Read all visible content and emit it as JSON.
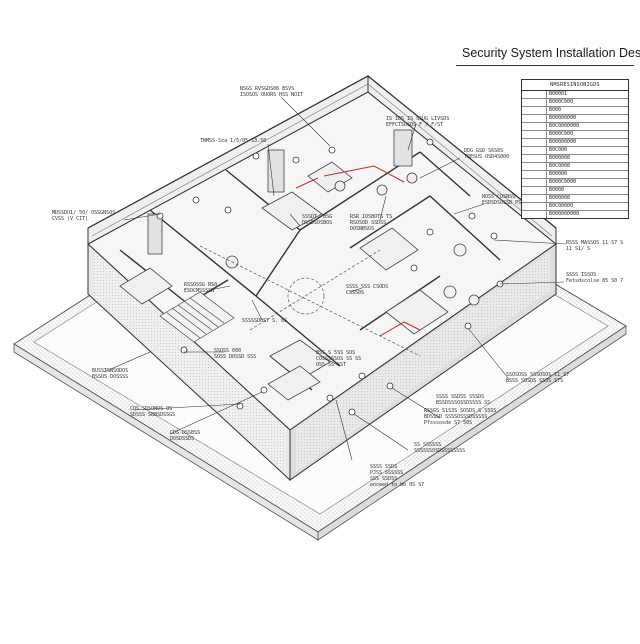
{
  "title": "Security System Installation Design",
  "legend": {
    "header": "NMSRESINSONIGDS",
    "rows": [
      "B00001",
      "B000C000",
      "B000",
      "B00000000",
      "B0C0000000",
      "B000C000",
      "B00000000",
      "B0C000",
      "B000000",
      "B0C0000",
      "B00000",
      "B000C0000",
      "B0000",
      "B000000",
      "B0C00000",
      "B000000000"
    ]
  },
  "annotations": [
    {
      "id": "a1",
      "lines": [
        "NSGS RVSGDS06 BSVS",
        "ISOSOS OUORS HSS NOIT"
      ]
    },
    {
      "id": "a2",
      "lines": [
        "IS IDS IS SSUG LIVSDS",
        "EFFCTSOSDS F / F/ST"
      ]
    },
    {
      "id": "a3",
      "lines": [
        "TNMSS-Sca 1/5/05 S3.S0"
      ]
    },
    {
      "id": "a4",
      "lines": [
        "DDG GSD S6S0S",
        "TRESUS OSD4S000"
      ]
    },
    {
      "id": "a5",
      "lines": [
        "MDSSDU1/ 50/ OSSGNSOS",
        "CVSS (V CIT)"
      ]
    },
    {
      "id": "a6",
      "lines": [
        "SSSDT. BSG",
        "DSSDSOSBOS"
      ]
    },
    {
      "id": "a7",
      "lines": [
        "RSR IOSBOTS TS",
        "RSOSOD SSDSS",
        "DOSNBSOS"
      ]
    },
    {
      "id": "a8",
      "lines": [
        "NOSS COSNSS",
        "ESDSDSOSSD PSSIS"
      ]
    },
    {
      "id": "a9",
      "lines": [
        "RSSS MASSOS 11 S7 S",
        "11 S1/ S"
      ]
    },
    {
      "id": "a10",
      "lines": [
        "SSSS ISSOS",
        "Fetsdscolse 85 S0 7"
      ]
    },
    {
      "id": "a11",
      "lines": [
        "RSSOSSG RS0",
        "ESOCMSSSSN"
      ]
    },
    {
      "id": "a12",
      "lines": [
        "SSSS SSS CSODS",
        "CSSS0S"
      ]
    },
    {
      "id": "a13",
      "lines": [
        "SSSSSDOSY S. 0S"
      ]
    },
    {
      "id": "a14",
      "lines": [
        "SSOSS 000",
        "SOSS DOSSD SSS"
      ]
    },
    {
      "id": "a15",
      "lines": [
        "BUSSTSNSODOS",
        "BSSOS DOSSSS"
      ]
    },
    {
      "id": "a16",
      "lines": [
        "COS SDSONOS OS",
        "SDSSS SBBSDSSGS"
      ]
    },
    {
      "id": "a17",
      "lines": [
        "CDS DSSBSS",
        "DOSDSSDS"
      ]
    },
    {
      "id": "a18",
      "lines": [
        "BSS S 5SS SOS",
        "COSSSSSOS SS SS",
        "OSS SS SST"
      ]
    },
    {
      "id": "a19",
      "lines": [
        "SSSS SSDSS SSSDS",
        "BSSDSSSOSSDSSSS SS"
      ]
    },
    {
      "id": "a20",
      "lines": [
        "SSOSOSS SSSOSOS 11 S7",
        "BSSS SOSDS SSOS S7S"
      ]
    },
    {
      "id": "a21",
      "lines": [
        "RSSGS S1S3S SOSDS S SSSS",
        "BDSSSD SSSSOSSSDSSSSS",
        "Pfsssosde S7 S0S"
      ]
    },
    {
      "id": "a22",
      "lines": [
        "SS SSSSSS",
        "SSSSSSOSDSSSSSSSS"
      ]
    },
    {
      "id": "a23",
      "lines": [
        "SSSS SSDS",
        "PJSS SSSSSS",
        "SSS SSDSS",
        "enceed to bb 0S S7"
      ]
    }
  ]
}
